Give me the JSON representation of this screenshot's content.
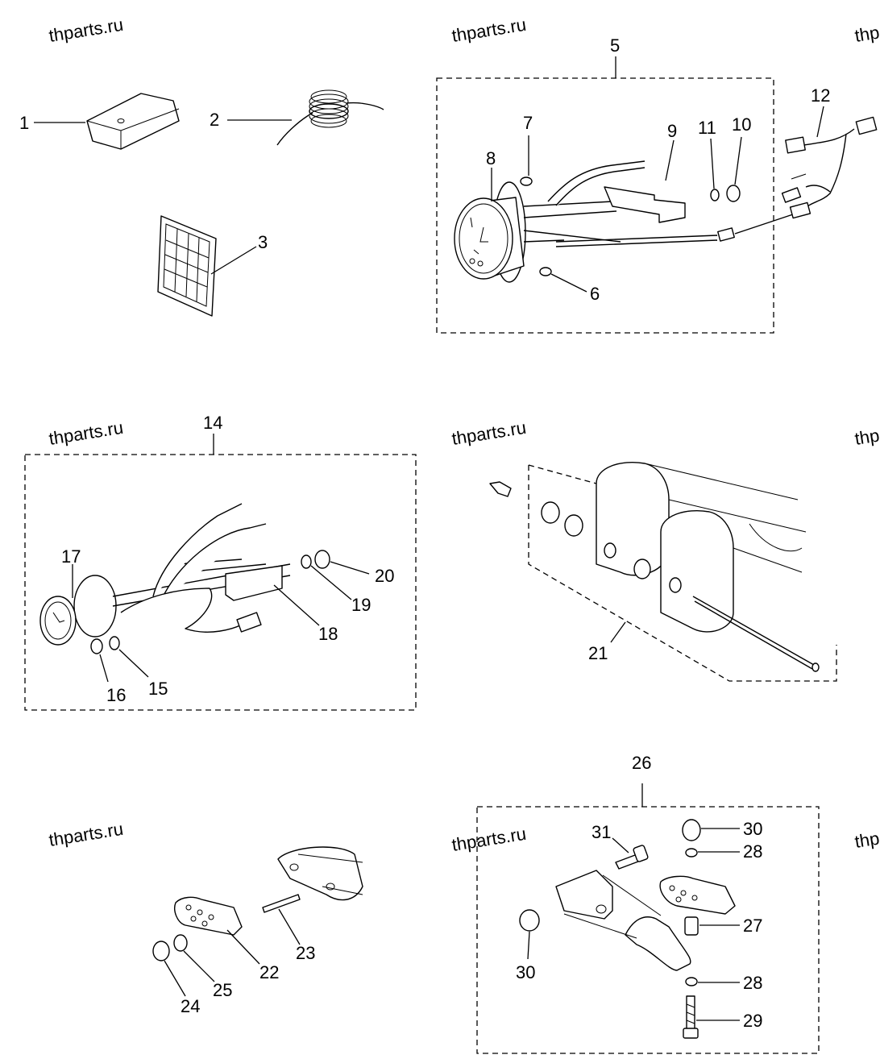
{
  "watermark": "thparts.ru",
  "callouts": [
    {
      "id": "p1",
      "label": "1"
    },
    {
      "id": "p2",
      "label": "2"
    },
    {
      "id": "p3",
      "label": "3"
    },
    {
      "id": "p5",
      "label": "5"
    },
    {
      "id": "p6",
      "label": "6"
    },
    {
      "id": "p7",
      "label": "7"
    },
    {
      "id": "p8",
      "label": "8"
    },
    {
      "id": "p9",
      "label": "9"
    },
    {
      "id": "p10",
      "label": "10"
    },
    {
      "id": "p11",
      "label": "11"
    },
    {
      "id": "p12",
      "label": "12"
    },
    {
      "id": "p14",
      "label": "14"
    },
    {
      "id": "p15",
      "label": "15"
    },
    {
      "id": "p16",
      "label": "16"
    },
    {
      "id": "p17",
      "label": "17"
    },
    {
      "id": "p18",
      "label": "18"
    },
    {
      "id": "p19",
      "label": "19"
    },
    {
      "id": "p20",
      "label": "20"
    },
    {
      "id": "p21",
      "label": "21"
    },
    {
      "id": "p22",
      "label": "22"
    },
    {
      "id": "p23",
      "label": "23"
    },
    {
      "id": "p24",
      "label": "24"
    },
    {
      "id": "p25",
      "label": "25"
    },
    {
      "id": "p26",
      "label": "26"
    },
    {
      "id": "p27",
      "label": "27"
    },
    {
      "id": "p28a",
      "label": "28"
    },
    {
      "id": "p28b",
      "label": "28"
    },
    {
      "id": "p29",
      "label": "29"
    },
    {
      "id": "p30a",
      "label": "30"
    },
    {
      "id": "p30b",
      "label": "30"
    },
    {
      "id": "p31",
      "label": "31"
    }
  ]
}
